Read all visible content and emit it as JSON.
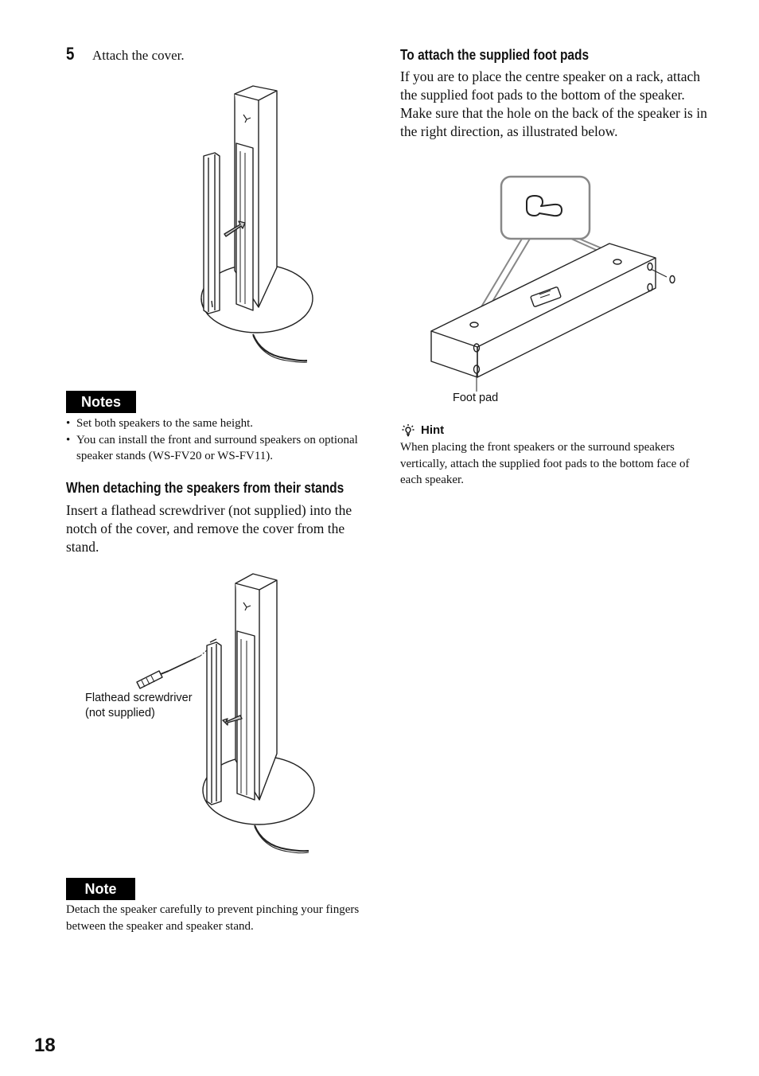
{
  "step5": {
    "number": "5",
    "text": "Attach the cover."
  },
  "notes": {
    "label": "Notes",
    "items": [
      "Set both speakers to the same height.",
      "You can install the front and surround speakers on optional speaker stands (WS-FV20 or WS-FV11)."
    ]
  },
  "detach": {
    "heading": "When detaching the speakers from their stands",
    "body": "Insert a flathead screwdriver (not supplied) into the notch of the cover, and remove the cover from the stand.",
    "screwdriver_label_line1": "Flathead screwdriver",
    "screwdriver_label_line2": "(not supplied)"
  },
  "note": {
    "label": "Note",
    "text": "Detach the speaker carefully to prevent pinching your fingers between the speaker and speaker stand."
  },
  "footpads": {
    "heading": "To attach the supplied foot pads",
    "body": "If you are to place the centre speaker on a rack, attach the supplied foot pads to the bottom of the speaker. Make sure that the hole on the back of the speaker is in the right direction, as illustrated below.",
    "foot_pad_label": "Foot pad"
  },
  "hint": {
    "label": "Hint",
    "text": "When placing the front speakers or the surround speakers vertically, attach the supplied foot pads to the bottom face of each speaker."
  },
  "page_number": "18",
  "icons": {
    "hint": "lightbulb-icon"
  }
}
